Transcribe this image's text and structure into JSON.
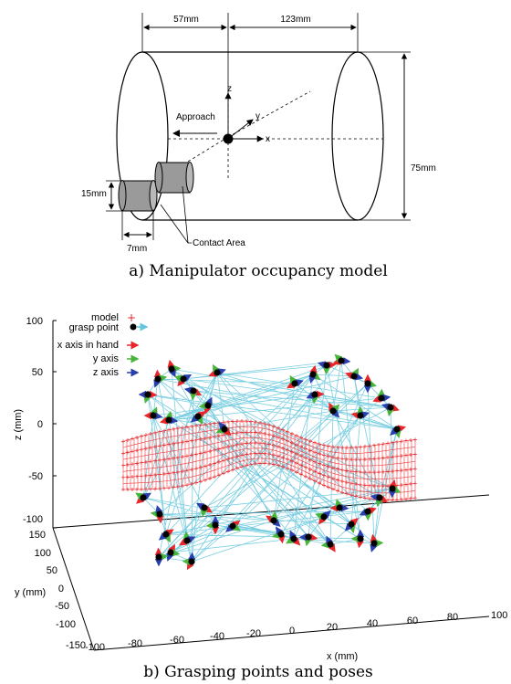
{
  "top_figure": {
    "caption": "a) Manipulator occupancy model",
    "dim_57": "57mm",
    "dim_123": "123mm",
    "dim_75": "75mm",
    "dim_15": "15mm",
    "dim_7": "7mm",
    "approach": "Approach",
    "contact_area": "Contact Area",
    "axis_x": "x",
    "axis_y": "y",
    "axis_z": "z"
  },
  "bottom_figure": {
    "caption": "b) Grasping points and poses",
    "legend": [
      {
        "label": "model",
        "color": "#e8262a"
      },
      {
        "label": "grasp point",
        "color": "#62c6dc"
      },
      {
        "label": "x axis in hand",
        "color": "#e8262a"
      },
      {
        "label": "y axis",
        "color": "#49b43a"
      },
      {
        "label": "z axis",
        "color": "#2a3fae"
      }
    ],
    "zlabel": "z (mm)",
    "ylabel": "y (mm)",
    "xlabel": "x (mm)",
    "zticks": [
      "100",
      "50",
      "0",
      "-50",
      "-100"
    ],
    "yticks": [
      "150",
      "100",
      "50",
      "0",
      "-50",
      "-100",
      "-150"
    ],
    "xticks": [
      "-100",
      "-80",
      "-60",
      "-40",
      "-20",
      "0",
      "20",
      "40",
      "60",
      "80",
      "100"
    ]
  }
}
